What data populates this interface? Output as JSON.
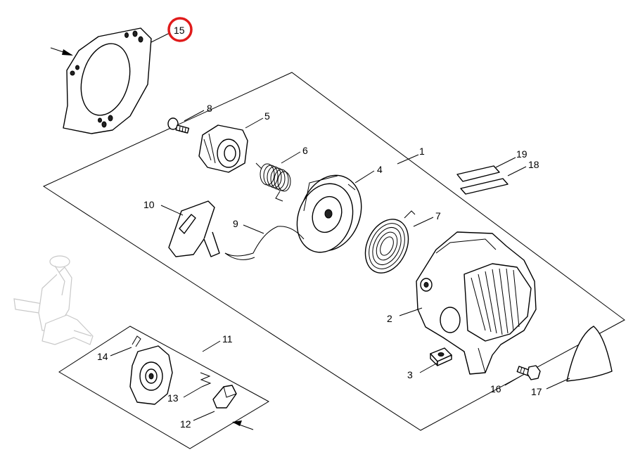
{
  "callouts": {
    "c1": "1",
    "c2": "2",
    "c3": "3",
    "c4": "4",
    "c5": "5",
    "c6": "6",
    "c7": "7",
    "c8": "8",
    "c9": "9",
    "c10": "10",
    "c11": "11",
    "c12": "12",
    "c13": "13",
    "c14": "14",
    "c15": "15",
    "c16": "16",
    "c17": "17",
    "c18": "18",
    "c19": "19"
  },
  "highlight": {
    "callout": "15",
    "color": "#e01b1b"
  }
}
